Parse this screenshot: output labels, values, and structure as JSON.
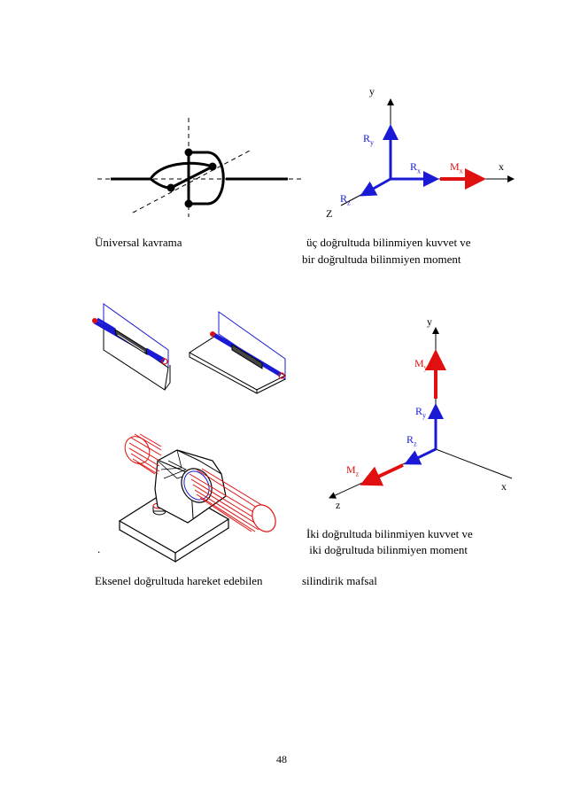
{
  "page": {
    "page_number": "48",
    "colors": {
      "force": "#1a1ad6",
      "moment": "#e01010",
      "axis": "#000000",
      "hinge_outline": "#1a1ad6",
      "shaft": "#e01010"
    }
  },
  "universal": {
    "caption": "Üniversal kavrama"
  },
  "axes1": {
    "y": "y",
    "x": "x",
    "z": "Z",
    "ry": {
      "base": "R",
      "sub": "y"
    },
    "rx": {
      "base": "R",
      "sub": "x"
    },
    "mx": {
      "base": "M",
      "sub": "x"
    },
    "rz": {
      "base": "R",
      "sub": "z"
    },
    "caption_line1": "üç doğrultuda bilinmiyen kuvvet ve",
    "caption_line2": "bir  doğrultuda bilinmiyen moment"
  },
  "axes2": {
    "y": "y",
    "x": "x",
    "z": "z",
    "my": {
      "base": "M",
      "sub": "y"
    },
    "ry": {
      "base": "R",
      "sub": "y"
    },
    "rz": {
      "base": "R",
      "sub": "z"
    },
    "mz": {
      "base": "M",
      "sub": "z"
    },
    "caption_line1": "İki doğrultuda bilinmiyen kuvvet ve",
    "caption_line2": " iki doğrultuda bilinmiyen moment"
  },
  "bottom": {
    "dot": ".",
    "caption_left": "Eksenel doğrultuda hareket edebilen",
    "caption_right": "silindirik mafsal"
  }
}
